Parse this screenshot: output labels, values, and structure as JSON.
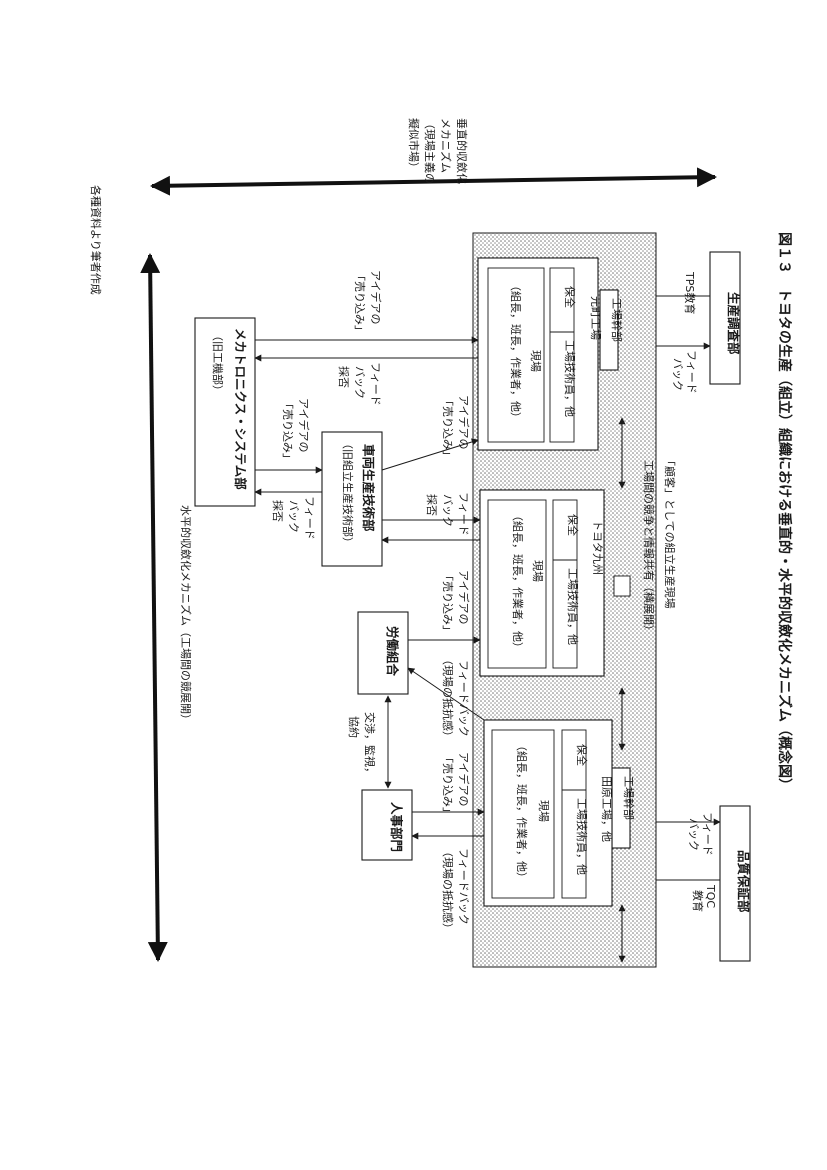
{
  "figure": {
    "title": "図１３　トヨタの生産（組立）組織における垂直的・水平的収斂化メカニズム（概念図）",
    "source_note": "各種資料より筆者作成",
    "vertical_axis_label": {
      "line1": "垂直的収斂化",
      "line2": "メカニズム",
      "line3": "（現場主義の",
      "line4": "擬似市場）"
    },
    "horizontal_axis_label": "水平的収斂化メカニズム（工場間の競展開）",
    "shaded_band_label": "「顧客」としての組立生産現場",
    "competition_label": "工場間の競争と情報共有（横展開）"
  },
  "top_departments": {
    "production_research": "生産調査部",
    "quality_assurance": "品質保証部"
  },
  "top_links": {
    "feedback_left": "フィード",
    "feedback_left_2": "バック",
    "tps_education": "TPS教育",
    "feedback_right": "フィード",
    "feedback_right_2": "バック",
    "tqc_education_1": "TQC",
    "tqc_education_2": "教育"
  },
  "plants": [
    {
      "office": "工場幹部",
      "name": "元町工場",
      "maintenance": "保全",
      "engineers": "工場技術員，他",
      "floor_title": "現場",
      "floor_members": "（組長，班長，作業者，他）"
    },
    {
      "office": "",
      "name": "トヨタ九州",
      "maintenance": "保全",
      "engineers": "工場技術員，他",
      "floor_title": "現場",
      "floor_members": "（組長，班長，作業者，他）"
    },
    {
      "office": "工場幹部",
      "name": "田原工場，他",
      "maintenance": "保全",
      "engineers": "工場技術員，他",
      "floor_title": "現場",
      "floor_members": "（組長，班長，作業者，他）"
    }
  ],
  "support_departments": {
    "mechatronics": "メカトロニクス・システム部",
    "mechatronics_sub": "（旧工機部）",
    "vehicle_engineering": "車両生産技術部",
    "vehicle_engineering_sub": "（旧組立生産技術部）",
    "labor_union": "労働組合",
    "hr": "人事部門"
  },
  "flow_labels": {
    "idea_1": "アイデアの",
    "idea_2": "「売り込み」",
    "feedback_1": "フィード",
    "feedback_2": "バック",
    "feedback_3": "採否",
    "feedback_full": "フィードバック",
    "resistance": "（現場の抵抗感）",
    "negotiation_1": "交渉，監視，",
    "negotiation_2": "協約"
  }
}
